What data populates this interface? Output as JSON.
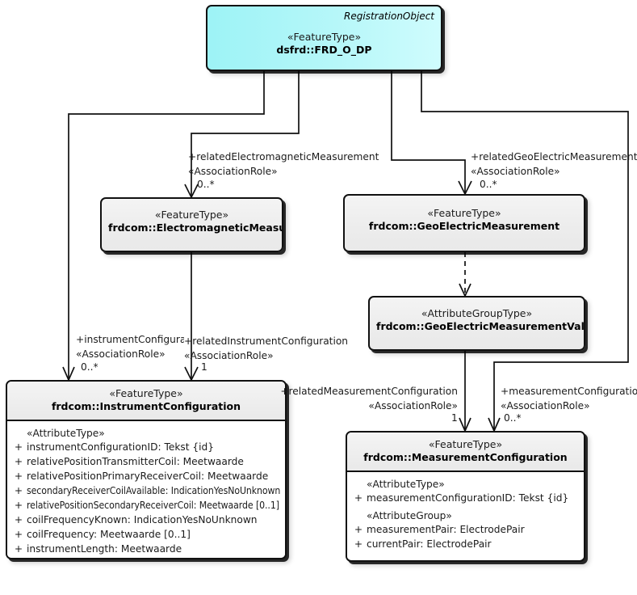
{
  "diagram": {
    "type": "uml-class-diagram",
    "stereotype_feature": "«FeatureType»",
    "stereotype_attrgrouptype": "«AttributeGroupType»",
    "stereotype_attributetype": "«AttributeType»",
    "stereotype_attributegroup": "«AttributeGroup»",
    "stereotype_associationrole": "«AssociationRole»",
    "visibility_public": "+"
  },
  "classes": {
    "registration_object": {
      "corner_label": "RegistrationObject",
      "stereotype": "«FeatureType»",
      "name": "dsfrd::FRD_O_DP"
    },
    "electromagnetic_measurement": {
      "stereotype": "«FeatureType»",
      "name": "frdcom::ElectromagneticMeasurement"
    },
    "geoelectric_measurement": {
      "stereotype": "«FeatureType»",
      "name": "frdcom::GeoElectricMeasurement"
    },
    "geoelectric_measurement_value": {
      "stereotype": "«AttributeGroupType»",
      "name": "frdcom::GeoElectricMeasurementValue"
    },
    "instrument_configuration": {
      "stereotype": "«FeatureType»",
      "name": "frdcom::InstrumentConfiguration",
      "group_label": "«AttributeType»",
      "attributes": [
        {
          "visibility": "+",
          "text": "instrumentConfigurationID: Tekst {id}"
        },
        {
          "visibility": "+",
          "text": "relativePositionTransmitterCoil: Meetwaarde"
        },
        {
          "visibility": "+",
          "text": "relativePositionPrimaryReceiverCoil: Meetwaarde"
        },
        {
          "visibility": "+",
          "text": "secondaryReceiverCoilAvailable: IndicationYesNoUnknown"
        },
        {
          "visibility": "+",
          "text": "relativePositionSecondaryReceiverCoil: Meetwaarde [0..1]"
        },
        {
          "visibility": "+",
          "text": "coilFrequencyKnown: IndicationYesNoUnknown"
        },
        {
          "visibility": "+",
          "text": "coilFrequency: Meetwaarde [0..1]"
        },
        {
          "visibility": "+",
          "text": "instrumentLength: Meetwaarde"
        }
      ]
    },
    "measurement_configuration": {
      "stereotype": "«FeatureType»",
      "name": "frdcom::MeasurementConfiguration",
      "group_label_1": "«AttributeType»",
      "attributes_1": [
        {
          "visibility": "+",
          "text": "measurementConfigurationID: Tekst {id}"
        }
      ],
      "group_label_2": "«AttributeGroup»",
      "attributes_2": [
        {
          "visibility": "+",
          "text": "measurementPair: ElectrodePair"
        },
        {
          "visibility": "+",
          "text": "currentPair: ElectrodePair"
        }
      ]
    }
  },
  "associations": {
    "related_electromagnetic_measurement": {
      "role": "+relatedElectromagneticMeasurement",
      "stereotype": "«AssociationRole»",
      "multiplicity": "0..*"
    },
    "related_geoelectric_measurement": {
      "role": "+relatedGeoElectricMeasurement",
      "stereotype": "«AssociationRole»",
      "multiplicity": "0..*"
    },
    "instrument_configuration_role": {
      "role": "+instrumentConfiguratio",
      "stereotype": "«AssociationRole»",
      "multiplicity": "0..*"
    },
    "related_instrument_configuration": {
      "role": "+relatedInstrumentConfiguration",
      "stereotype": "«AssociationRole»",
      "multiplicity": "1"
    },
    "related_measurement_configuration": {
      "role": "+relatedMeasurementConfiguration",
      "stereotype": "«AssociationRole»",
      "multiplicity": "1"
    },
    "measurement_configuration_role": {
      "role": "+measurementConfiguration",
      "stereotype": "«AssociationRole»",
      "multiplicity": "0..*"
    }
  },
  "colors": {
    "registration_fill": "#a9f5f8",
    "class_fill": "#efefef",
    "attr_fill": "#ffffff",
    "line": "#111111",
    "text": "#1b1b1b"
  }
}
